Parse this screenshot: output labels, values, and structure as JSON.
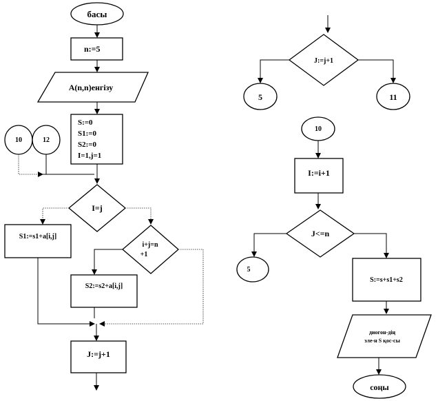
{
  "nodes": {
    "start": "басы",
    "n_assign": "n:=5",
    "input_array": "A(n,n)енгізу",
    "init": [
      "S:=0",
      "S1:=0",
      "S2:=0",
      "I=1,j=1"
    ],
    "connector_10": "10",
    "connector_12": "12",
    "cond_i_eq_j": "I=j",
    "s1_sum": "S1:=s1+a[i,j]",
    "cond_ij_n_line1": "i+j=n",
    "cond_ij_n_line2": "+1",
    "s2_sum": "S2:=s2+a[i,j]",
    "j_inc_left": "J:=j+1",
    "cond_j_inc": "J:=j+1",
    "goto_5_top": "5",
    "goto_11": "11",
    "connector_10_right": "10",
    "i_inc": "I:=i+1",
    "cond_j_le_n": "J<=n",
    "goto_5_bottom": "5",
    "s_total": "S:=s+s1+s2",
    "output_line1": "диогон-дің",
    "output_line2": "эле-н S қос-сы",
    "end": "соңы"
  }
}
